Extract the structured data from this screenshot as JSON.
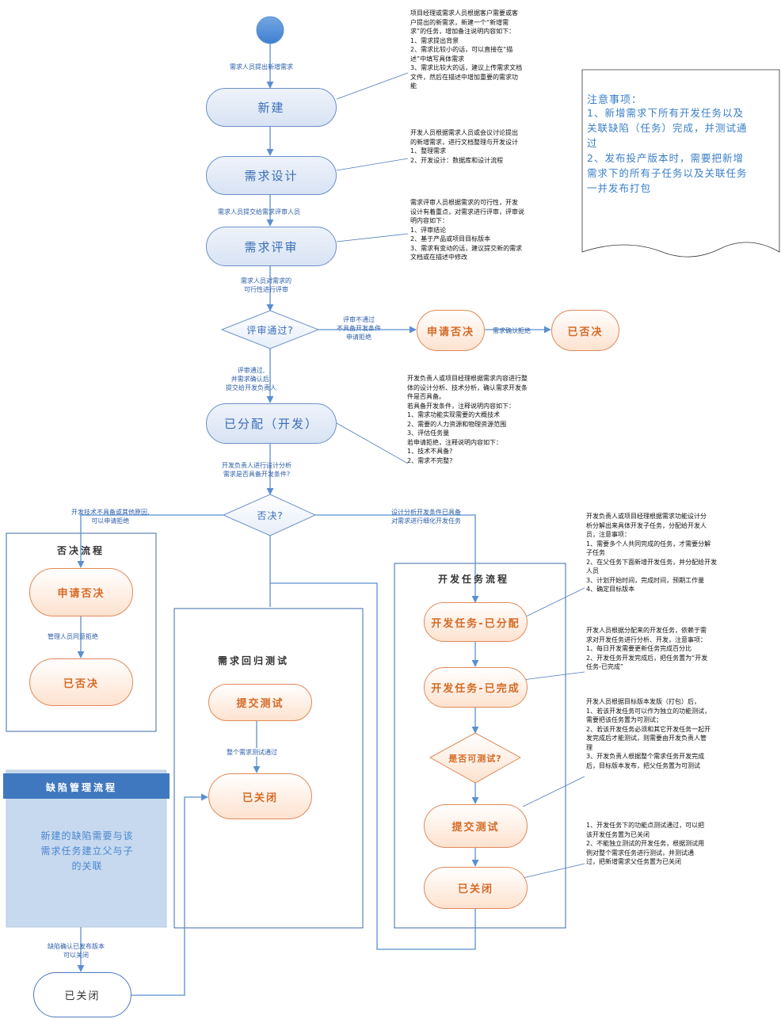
{
  "nodes": {
    "xinjian": "新建",
    "xuqiu_sheji": "需求设计",
    "xuqiu_pingshen": "需求评审",
    "pingshen_tongguo": "评审通过?",
    "shenqing_foujue_top": "申请否决",
    "yi_foujue_top": "已否决",
    "yi_fenpei": "已分配（开发）",
    "foujue_q": "否决?",
    "shenqing_foujue": "申请否决",
    "yi_foujue": "已否决",
    "tijiao_ceshi_mid": "提交测试",
    "yi_guanbi_mid": "已关闭",
    "kaifa_yifenpei": "开发任务-已分配",
    "kaifa_yiwancheng": "开发任务-已完成",
    "keceshi_q": "是否可测试?",
    "tijiao_ceshi_right": "提交测试",
    "yi_guanbi_right": "已关闭",
    "yi_guanbi_bottom": "已关闭"
  },
  "groups": {
    "foujue_liucheng": "否决流程",
    "xuqiu_huigui": "需求回归测试",
    "kaifa_renwu": "开发任务流程",
    "quexian_title": "缺陷管理流程",
    "quexian_body": "新建的缺陷需要与该\n需求任务建立父与子\n的关联"
  },
  "edge_labels": {
    "e1": "需求人员提出新增需求",
    "e2": "需求人员提交给需求评审人员",
    "e3": "需求人员对需求的\n可行性进行评审",
    "e4": "评审不通过\n不具备开发条件\n申请拒绝",
    "e5": "需求确认拒绝",
    "e6": "评审通过,\n并需求确认后,\n提交给开发负责人",
    "e7": "开发负责人进行设计分析\n需求是否具备开发条件?",
    "e8": "开发技术不具备或其他原因,\n可以申请拒绝",
    "e9": "设计分析开发条件已具备\n对需求进行细化开发任务",
    "e10": "管理人员同意拒绝",
    "e11": "整个需求测试通过",
    "e12": "缺陷确认已发布版本\n可以关闭"
  },
  "notes": {
    "n1": "项目经理或需求人员根据客户需要或客\n户提出的新需求，新建一个“新增需\n求”的任务，增加备注说明内容如下：\n1、需求提出背景\n2、需求比较小的话，可以直接在“描\n述”中填写具体需求\n3、需求比较大的话，建议上传需求文档\n文件，然后在描述中增加重要的需求功\n能",
    "n2": "开发人员根据需求人员或会议讨论提出\n的新增需求，进行文档整理与开发设计\n1、整理需求\n2、开发设计：数据库和设计流程",
    "n3": "需求评审人员根据需求的可行性，开发\n设计有着重点，对需求进行评审，评审说\n明内容如下：\n1、评审结论\n2、基于产品或项目目标版本\n3、需求有变动的话，建议提交新的需求\n文档或在描述中修改",
    "n4": "开发负责人或项目经理根据需求内容进行整\n体的设计分析、技术分析，确认需求开发条\n件是否具备。\n若具备开发条件，注释说明内容如下：\n1、需求功能实现需要的大概技术\n2、需要的人力资源和物理资源范围\n3、评估任务量\n若申请拒绝，注释说明内容如下：\n1、技术不具备?\n2、需求不完整?",
    "n5": "开发负责人或项目经理根据需求功能设计分\n析分解出来具体开发子任务，分配给开发人\n员，注意事项：\n1、需要多个人共同完成的任务，才需要分解\n子任务\n2、在父任务下面新增开发任务，并分配给开发\n人员\n3、计划开始时间，完成时间，预期工作量\n4、确定目标版本",
    "n6": "开发人员根据分配来的开发任务，依赖于需\n求对开发任务进行分析、开发，注意事项：\n1、每日开发需要更新任务完成百分比\n2、开发任务开发完成后，把任务置为“开发\n任务-已完成”",
    "n7": "开发人员根据目标版本发版（打包）后，\n1、若该开发任务可以作为独立的功能测试，\n需要把该任务置为可测试；\n2、若该开发任务必须和其它开发任务一起开\n发完成后才能测试，则需要由开发负责人管\n理\n3、开发负责人根据整个需求任务开发完成\n后，目标版本发布，把父任务置为可测试",
    "n8": "1、开发任务下的功能点测试通过，可以把\n该开发任务置为已关闭\n2、不能独立测试的开发任务，根据测试用\n例对整个需求任务进行测试，并测试通\n过，把新增需求父任务置为已关闭"
  },
  "attention": {
    "title": "注意事项：",
    "body": "1、新增需求下所有开发任务以及\n关联缺陷（任务）完成，并测试通\n过\n2、发布投产版本时，需要把新增\n需求下的所有子任务以及关联任务\n一并发布打包"
  }
}
